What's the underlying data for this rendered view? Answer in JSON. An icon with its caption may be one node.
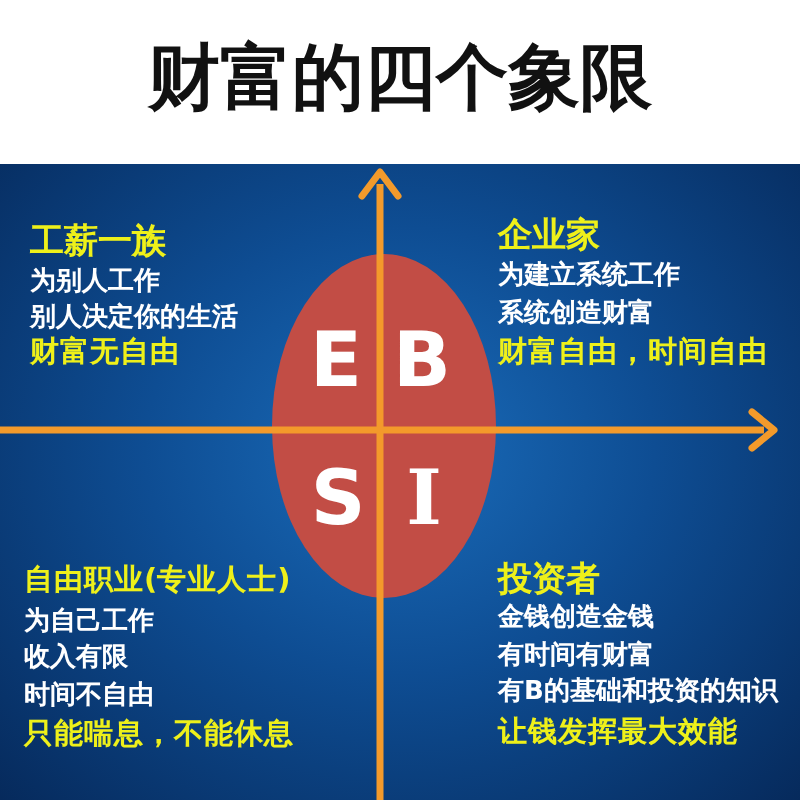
{
  "diagram": {
    "title": "财富的四个象限",
    "nodes": [
      {
        "text": [
          "E",
          "B",
          "S",
          "I"
        ]
      }
    ],
    "labels": [
      "工薪一族",
      "为别人工作",
      "别人决定你的生活",
      "财富无自由",
      "企业家",
      "为建立系统工作",
      "系统创造财富",
      "财富自由，时间自由",
      "自由职业(专业人士)",
      "为自己工作",
      "收入有限",
      "时间不自由",
      "只能喘息，不能休息",
      "投资者",
      "金钱创造金钱",
      "有时间有财富",
      "有B的基础和投资的知识",
      "让钱发挥最大效能"
    ]
  }
}
